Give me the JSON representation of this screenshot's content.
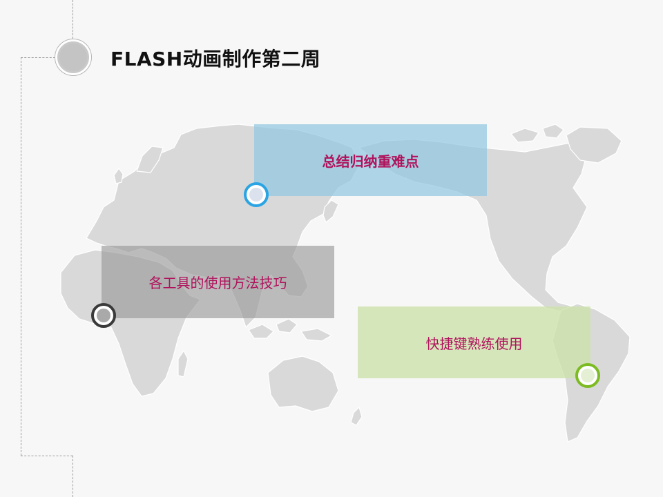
{
  "header": {
    "title": "FLASH动画制作第二周"
  },
  "callouts": [
    {
      "text": "总结归纳重难点",
      "color": "#91c8e1"
    },
    {
      "text": "各工具的使用方法技巧",
      "color": "#969696"
    },
    {
      "text": "快捷键熟练使用",
      "color": "#cde1aa"
    }
  ],
  "markers": [
    {
      "icon": "blue-ring-marker",
      "color": "#2aa4e3"
    },
    {
      "icon": "dark-ring-marker",
      "color": "#3a3a3a"
    },
    {
      "icon": "green-ring-marker",
      "color": "#7dbb23"
    }
  ],
  "colors": {
    "text_accent": "#b0125c",
    "map_fill": "#d9d9d9",
    "background": "#f7f7f7"
  }
}
